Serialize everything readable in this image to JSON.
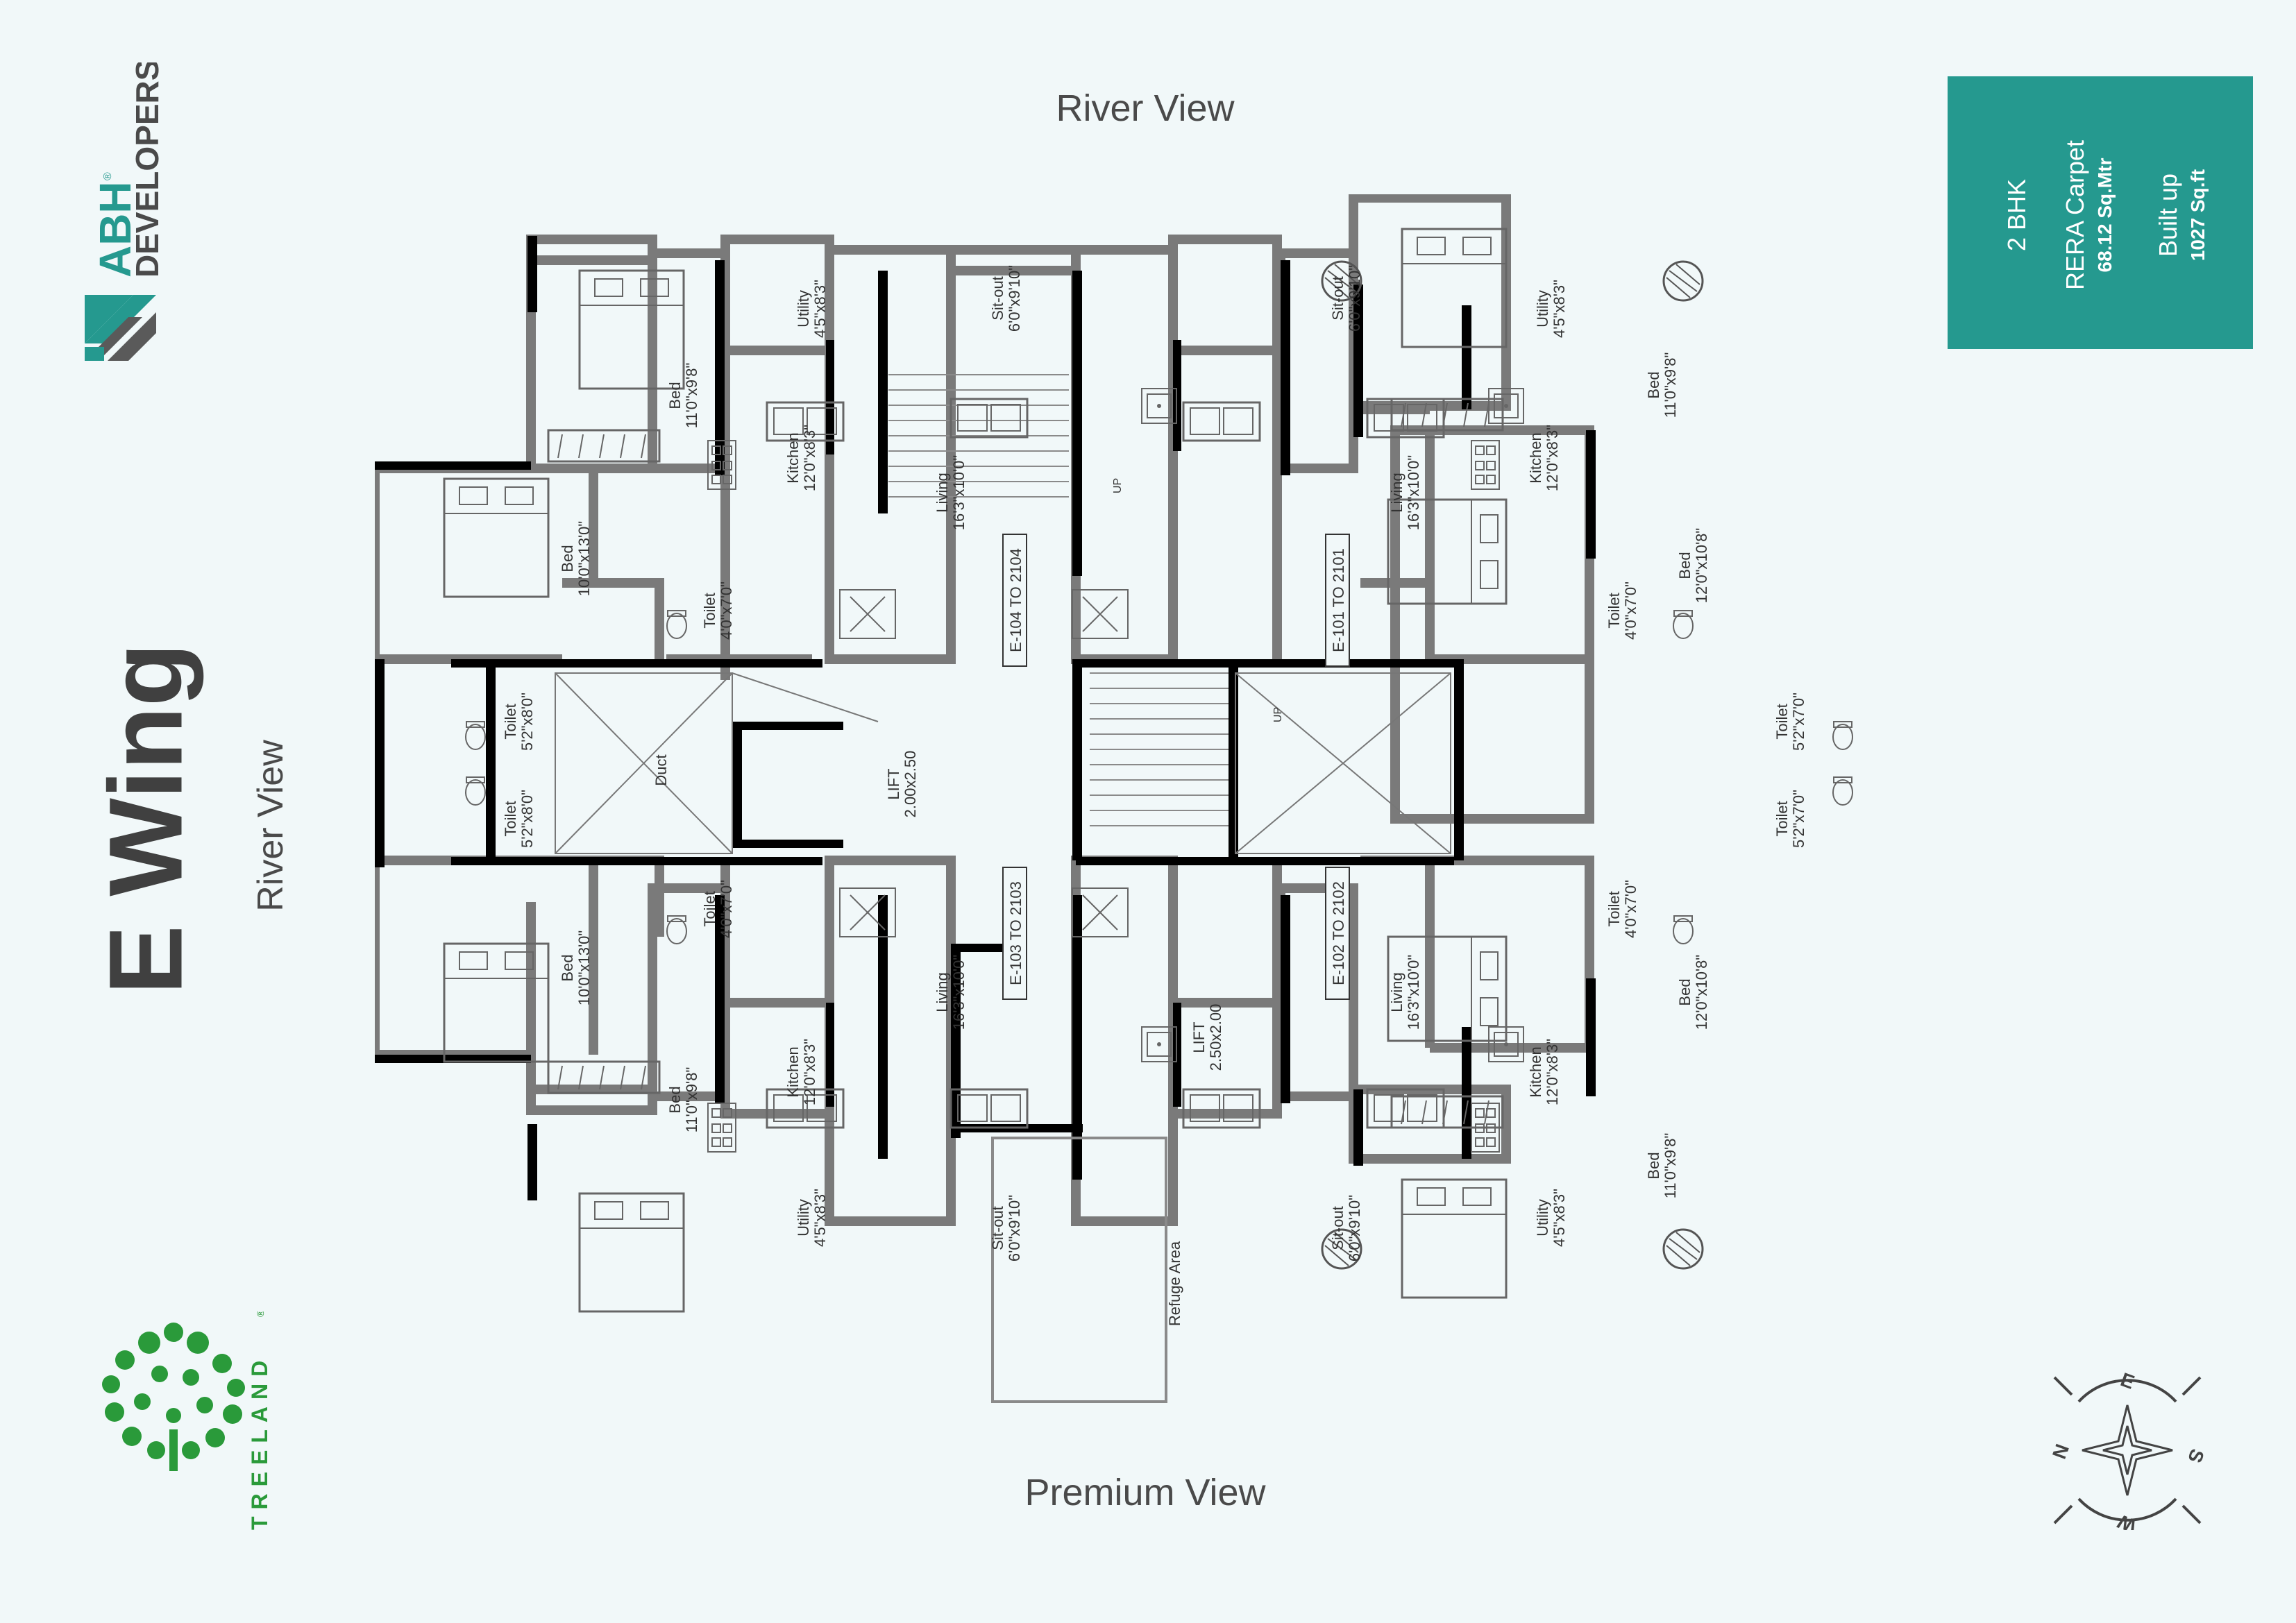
{
  "brand": {
    "name_line1": "ABH",
    "name_line2": "DEVELOPERS",
    "mark": "abh-logo",
    "registered": "®"
  },
  "wing": {
    "title": "E Wing"
  },
  "views": {
    "top": "River View",
    "left": "River View",
    "bottom": "Premium View"
  },
  "info": {
    "type": "2 BHK",
    "rera_label": "RERA Carpet",
    "rera_value": "68.12 Sq.Mtr",
    "builtup_label": "Built up",
    "builtup_value": "1027 Sq.ft"
  },
  "flats": [
    {
      "id": "E-104 TO 2104"
    },
    {
      "id": "E-101 TO 2101"
    },
    {
      "id": "E-103 TO 2103"
    },
    {
      "id": "E-102 TO 2102"
    }
  ],
  "rooms": {
    "utility": [
      "Utility",
      "4'5\"x8'3\""
    ],
    "sitout": [
      "Sit-out",
      "6'0\"x9'10\""
    ],
    "kitchen": [
      "Kitchen",
      "12'0\"x8'3\""
    ],
    "living": [
      "Living",
      "16'3\"x10'0\""
    ],
    "bed_small": [
      "Bed",
      "11'0\"x9'8\""
    ],
    "bed_left": [
      "Bed",
      "10'0\"x13'0\""
    ],
    "bed_right": [
      "Bed",
      "12'0\"x10'8\""
    ],
    "toilet_small": [
      "Toilet",
      "4'0\"x7'0\""
    ],
    "toilet_left": [
      "Toilet",
      "5'2\"x8'0\""
    ],
    "toilet_right": [
      "Toilet",
      "5'2\"x7'0\""
    ],
    "duct": "Duct",
    "lift1": [
      "LIFT",
      "2.00x2.50"
    ],
    "lift2": [
      "LIFT",
      "2.50x2.00"
    ],
    "refuge": "Refuge Area",
    "up": "UP"
  },
  "treeland": {
    "name": "TREELAND",
    "registered": "®",
    "mark": "tree-logo"
  },
  "compass": {
    "n": "N",
    "e": "E",
    "s": "S",
    "w": "W",
    "icon": "compass-rose-icon"
  },
  "colors": {
    "teal": "#25998f",
    "wall": "#000000",
    "partition": "#7a7a7a",
    "background": "#f1f8f9",
    "green": "#2a9a3a"
  }
}
